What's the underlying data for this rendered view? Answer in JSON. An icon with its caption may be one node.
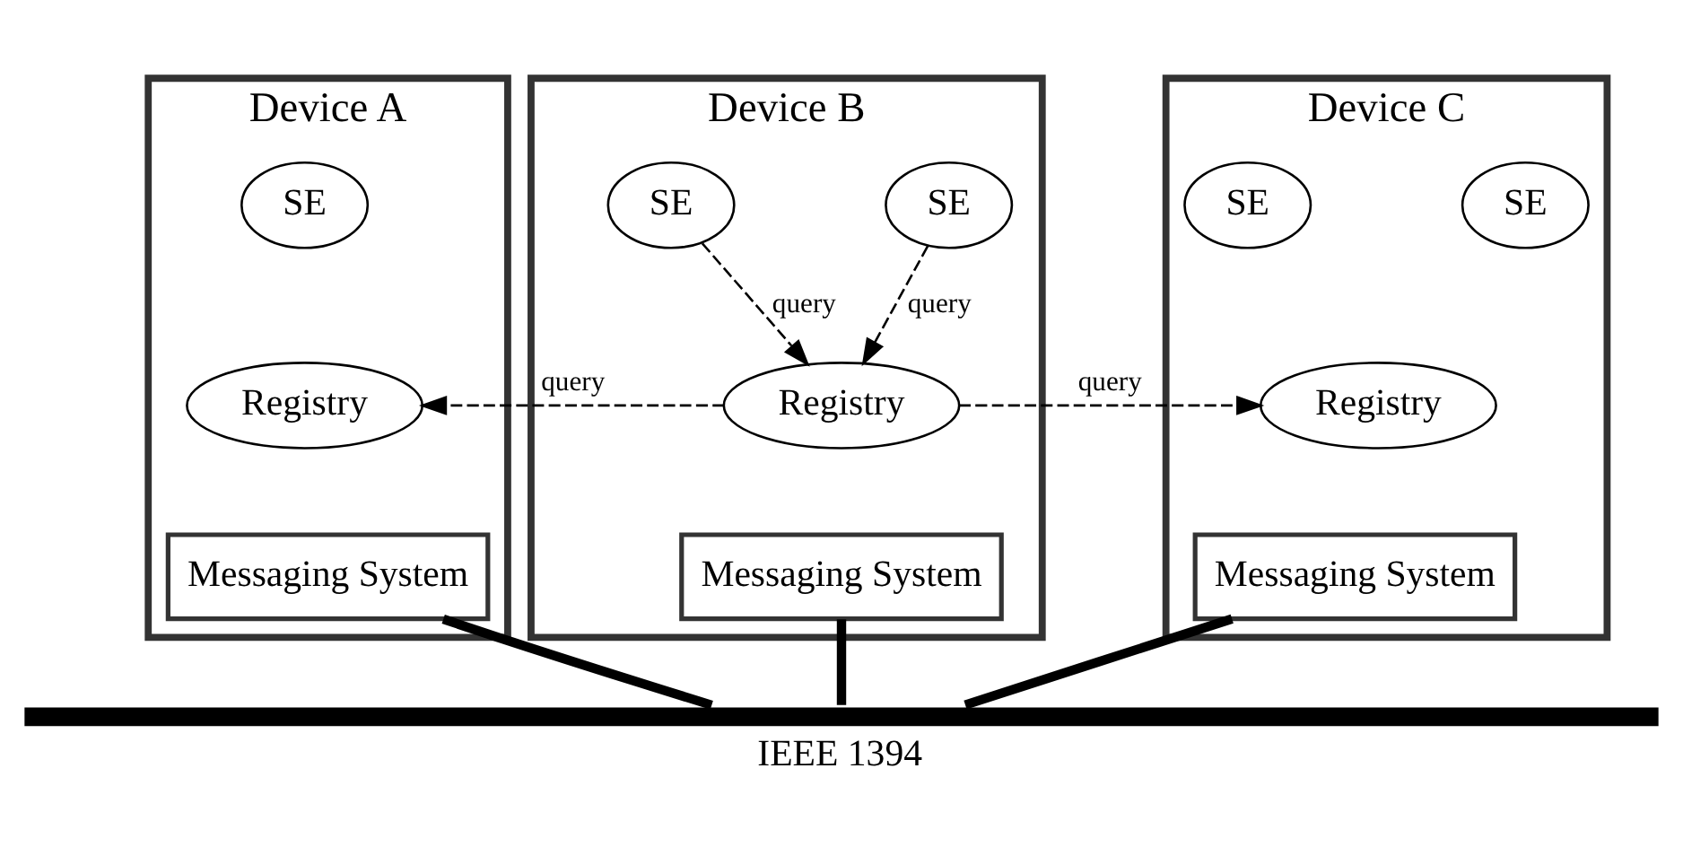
{
  "diagram": {
    "nodes": [
      {
        "text": [
          "Device A"
        ]
      },
      {
        "text": [
          "SE"
        ],
        "in": 0
      },
      {
        "text": [
          "Registry"
        ],
        "in": 0
      },
      {
        "text": [
          "Messaging System"
        ],
        "in": 0
      },
      {
        "text": [
          "Device B"
        ]
      },
      {
        "text": [
          "SE"
        ],
        "in": 4
      },
      {
        "text": [
          "SE"
        ],
        "in": 4
      },
      {
        "text": [
          "Registry"
        ],
        "in": 4
      },
      {
        "text": [
          "Messaging System"
        ],
        "in": 4
      },
      {
        "text": [
          "Device C"
        ]
      },
      {
        "text": [
          "SE"
        ],
        "in": 9
      },
      {
        "text": [
          "SE"
        ],
        "in": 9
      },
      {
        "text": [
          "Registry"
        ],
        "in": 9
      },
      {
        "text": [
          "Messaging System"
        ],
        "in": 9
      },
      {
        "text": [
          "IEEE 1394"
        ]
      }
    ],
    "edges": [
      {
        "from": 5,
        "to": 7,
        "arrow": "to",
        "label": "query",
        "style": "dashed"
      },
      {
        "from": 6,
        "to": 7,
        "arrow": "to",
        "label": "query",
        "style": "dashed"
      },
      {
        "from": 7,
        "to": 2,
        "arrow": "to",
        "label": "query",
        "style": "dashed"
      },
      {
        "from": 7,
        "to": 12,
        "arrow": "to",
        "label": "query",
        "style": "dashed"
      },
      {
        "from": 3,
        "to": 14,
        "arrow": "none",
        "style": "thick"
      },
      {
        "from": 8,
        "to": 14,
        "arrow": "none",
        "style": "thick"
      },
      {
        "from": 13,
        "to": 14,
        "arrow": "none",
        "style": "thick"
      }
    ]
  }
}
